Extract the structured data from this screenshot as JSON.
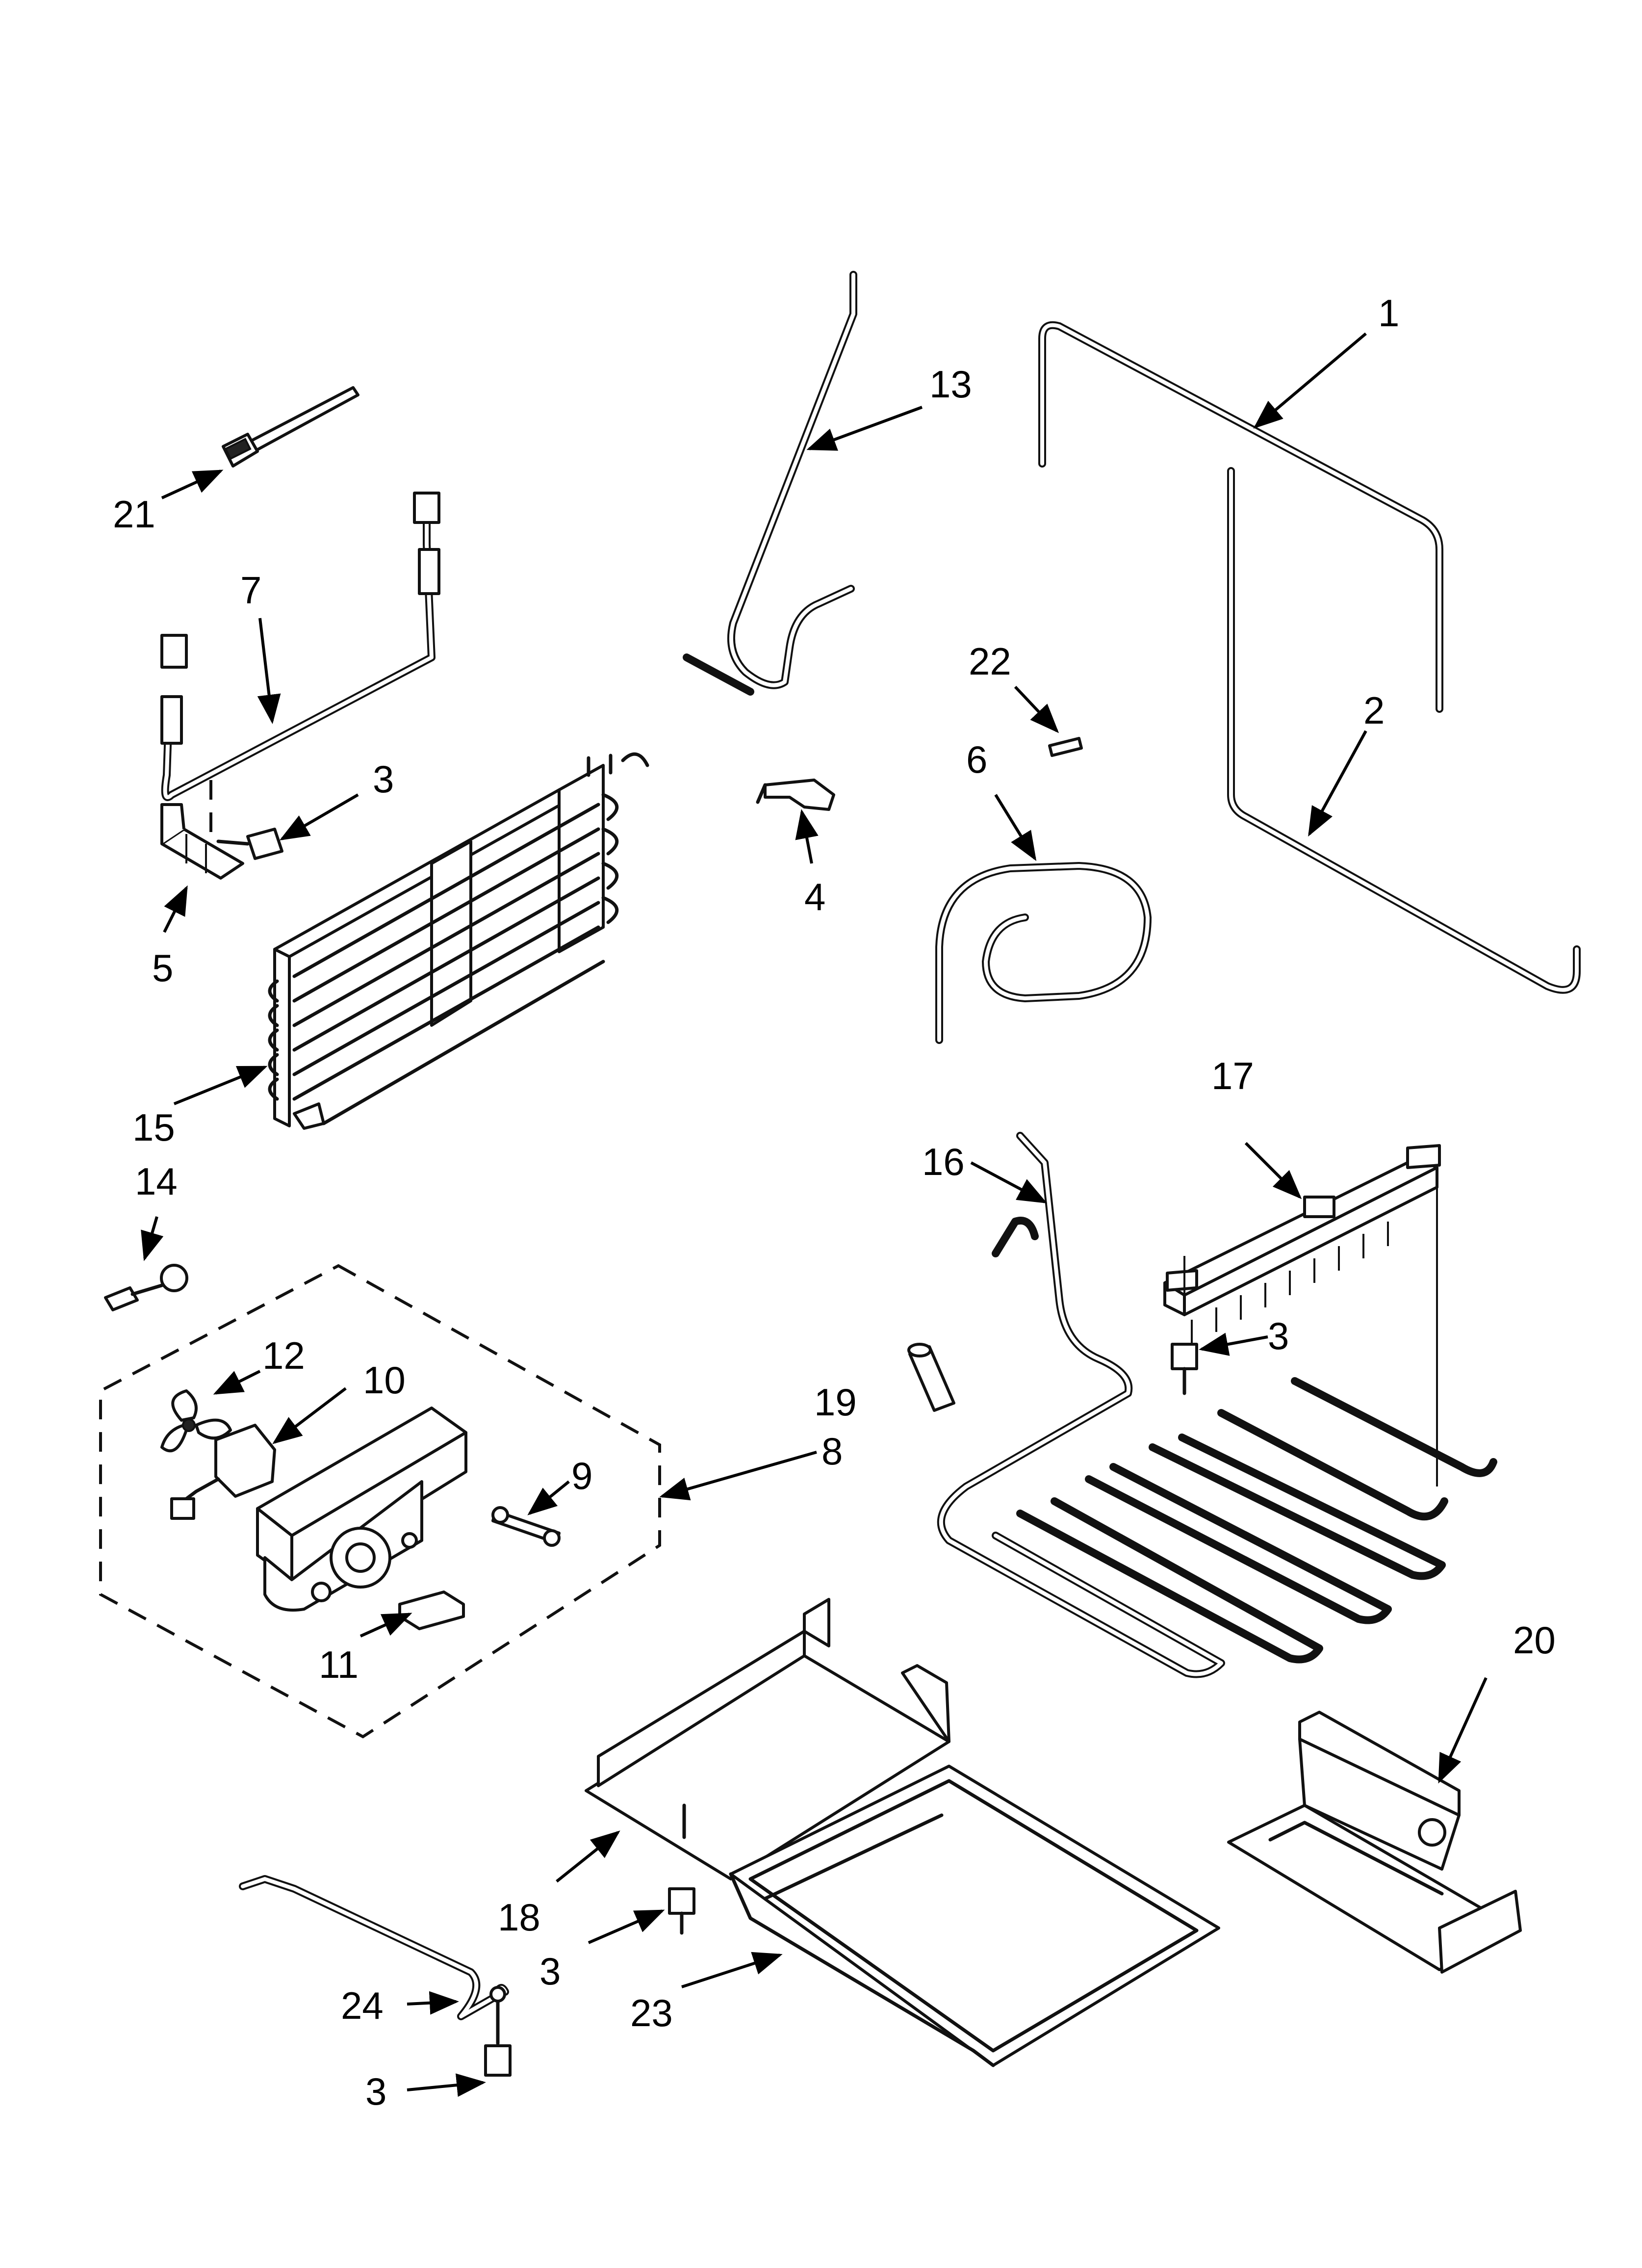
{
  "callouts": {
    "c1": "1",
    "c2": "2",
    "c3a": "3",
    "c3b": "3",
    "c3c": "3",
    "c3d": "3",
    "c4": "4",
    "c5": "5",
    "c6": "6",
    "c7": "7",
    "c8": "8",
    "c9": "9",
    "c10": "10",
    "c11": "11",
    "c12": "12",
    "c13": "13",
    "c14": "14",
    "c15": "15",
    "c16": "16",
    "c17": "17",
    "c18": "18",
    "c19": "19",
    "c20": "20",
    "c21": "21",
    "c22": "22",
    "c23": "23",
    "c24": "24"
  }
}
